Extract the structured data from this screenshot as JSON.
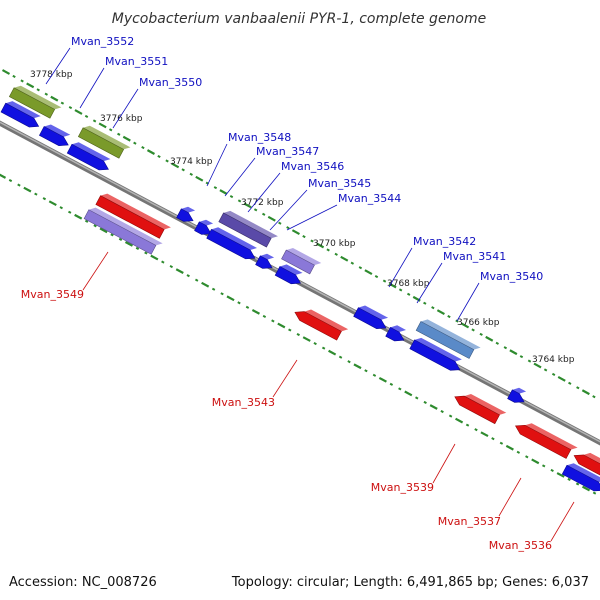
{
  "title": "Mycobacterium vanbaalenii PYR-1, complete genome",
  "footer": {
    "accession": "Accession: NC_008726",
    "summary": "Topology: circular; Length: 6,491,865 bp; Genes: 6,037"
  },
  "colors": {
    "backbone": "#8a8a8a",
    "tick": "#2e8b2e",
    "forward_gene": "#1010e0",
    "reverse_gene": "#e01010",
    "olive_feature": "#7a9a2a",
    "purple_feature": "#5a4aa8",
    "lavender_feature": "#8a78d8",
    "steel_feature": "#5a8ac8",
    "forward_label": "#1010c0",
    "reverse_label": "#cc1010"
  },
  "scale": {
    "unit": "kbp",
    "ticks": [
      {
        "label": "3778 kbp"
      },
      {
        "label": "3776 kbp"
      },
      {
        "label": "3774 kbp"
      },
      {
        "label": "3772 kbp"
      },
      {
        "label": "3770 kbp"
      },
      {
        "label": "3768 kbp"
      },
      {
        "label": "3766 kbp"
      },
      {
        "label": "3764 kbp"
      }
    ]
  },
  "forward_labels": [
    {
      "name": "Mvan_3552"
    },
    {
      "name": "Mvan_3551"
    },
    {
      "name": "Mvan_3550"
    },
    {
      "name": "Mvan_3548"
    },
    {
      "name": "Mvan_3547"
    },
    {
      "name": "Mvan_3546"
    },
    {
      "name": "Mvan_3545"
    },
    {
      "name": "Mvan_3544"
    },
    {
      "name": "Mvan_3542"
    },
    {
      "name": "Mvan_3541"
    },
    {
      "name": "Mvan_3540"
    }
  ],
  "reverse_labels": [
    {
      "name": "Mvan_3549"
    },
    {
      "name": "Mvan_3543"
    },
    {
      "name": "Mvan_3539"
    },
    {
      "name": "Mvan_3537"
    },
    {
      "name": "Mvan_3536"
    }
  ]
}
